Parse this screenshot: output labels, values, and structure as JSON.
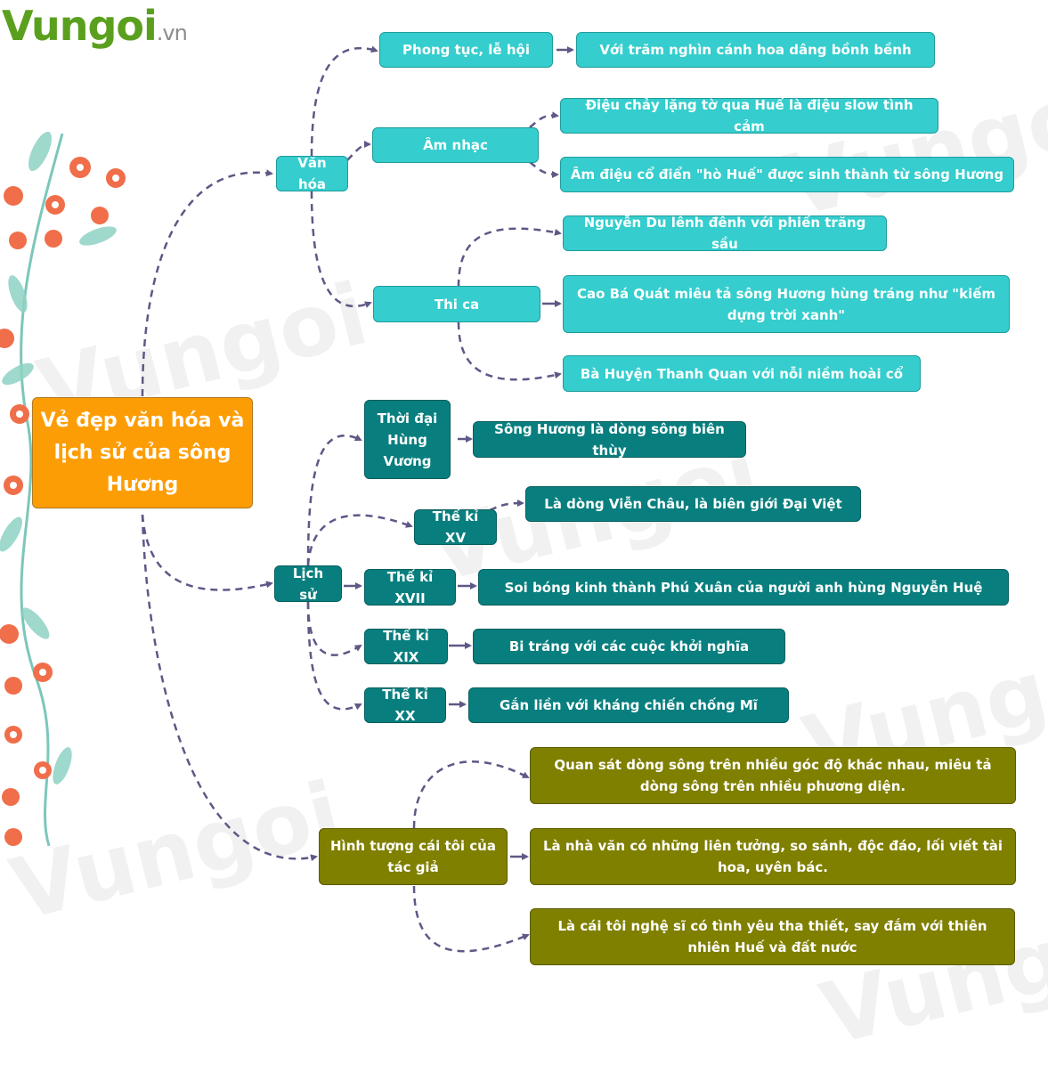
{
  "brand": {
    "name": "Vungoi",
    "suffix": ".vn"
  },
  "colors": {
    "root": "#fd9d05",
    "light": "#35cdcd",
    "dark": "#087f7e",
    "olive": "#7f7f00",
    "connector": "#5e5886"
  },
  "icons": [
    "flower-vine-icon",
    "arrow-right-icon"
  ],
  "root": "Vẻ đẹp văn hóa và lịch sử của sông Hương",
  "branches": {
    "van_hoa": {
      "label": "Văn hóa",
      "phong_tuc": {
        "label": "Phong tục, lễ hội",
        "detail": "Với trăm nghìn cánh hoa dâng bồnh bềnh"
      },
      "am_nhac": {
        "label": "Âm nhạc",
        "details": [
          "Điệu chảy lặng tờ qua Huế là điệu slow tình cảm",
          "Âm điệu cổ điển \"hò Huế\" được sinh thành từ sông Hương"
        ]
      },
      "thi_ca": {
        "label": "Thi ca",
        "details": [
          "Nguyễn Du lênh đênh với phiến trăng sầu",
          "Cao Bá Quát miêu tả sông Hương hùng tráng như \"kiếm dựng trời xanh\"",
          "Bà Huyện Thanh Quan với nỗi niềm hoài cổ"
        ]
      }
    },
    "lich_su": {
      "label": "Lịch sử",
      "periods": [
        {
          "label": "Thời đại Hùng Vương",
          "detail": "Sông Hương là dòng sông biên thùy"
        },
        {
          "label": "Thế kỉ XV",
          "detail": "Là dòng Viễn Châu, là biên giới Đại Việt"
        },
        {
          "label": "Thế kỉ XVII",
          "detail": "Soi bóng kinh thành Phú Xuân của người anh hùng Nguyễn Huệ"
        },
        {
          "label": "Thế kỉ XIX",
          "detail": "Bi tráng với các cuộc khởi nghĩa"
        },
        {
          "label": "Thế kỉ XX",
          "detail": "Gắn liền với kháng chiến chống Mĩ"
        }
      ]
    },
    "tac_gia": {
      "label": "Hình tượng cái tôi của tác giả",
      "details": [
        "Quan sát dòng sông trên nhiều góc độ khác nhau, miêu tả dòng sông trên nhiều phương diện.",
        "Là nhà văn có những liên tưởng, so sánh, độc đáo, lối viết tài hoa, uyên bác.",
        "Là cái tôi nghệ sĩ có tình yêu tha thiết, say đắm với thiên nhiên Huế và đất nước"
      ]
    }
  }
}
